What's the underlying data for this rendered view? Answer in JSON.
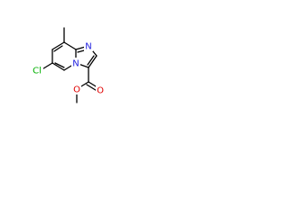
{
  "molecule": {
    "atoms": {
      "cl": {
        "label": "Cl",
        "color": "#00b000"
      },
      "n_imidazole": {
        "label": "N",
        "color": "#2020e0"
      },
      "n_bridge": {
        "label": "N",
        "color": "#2020e0"
      },
      "o_carbonyl": {
        "label": "O",
        "color": "#e00000"
      },
      "o_ester": {
        "label": "O",
        "color": "#e00000"
      }
    },
    "bond_color": "#000000"
  }
}
